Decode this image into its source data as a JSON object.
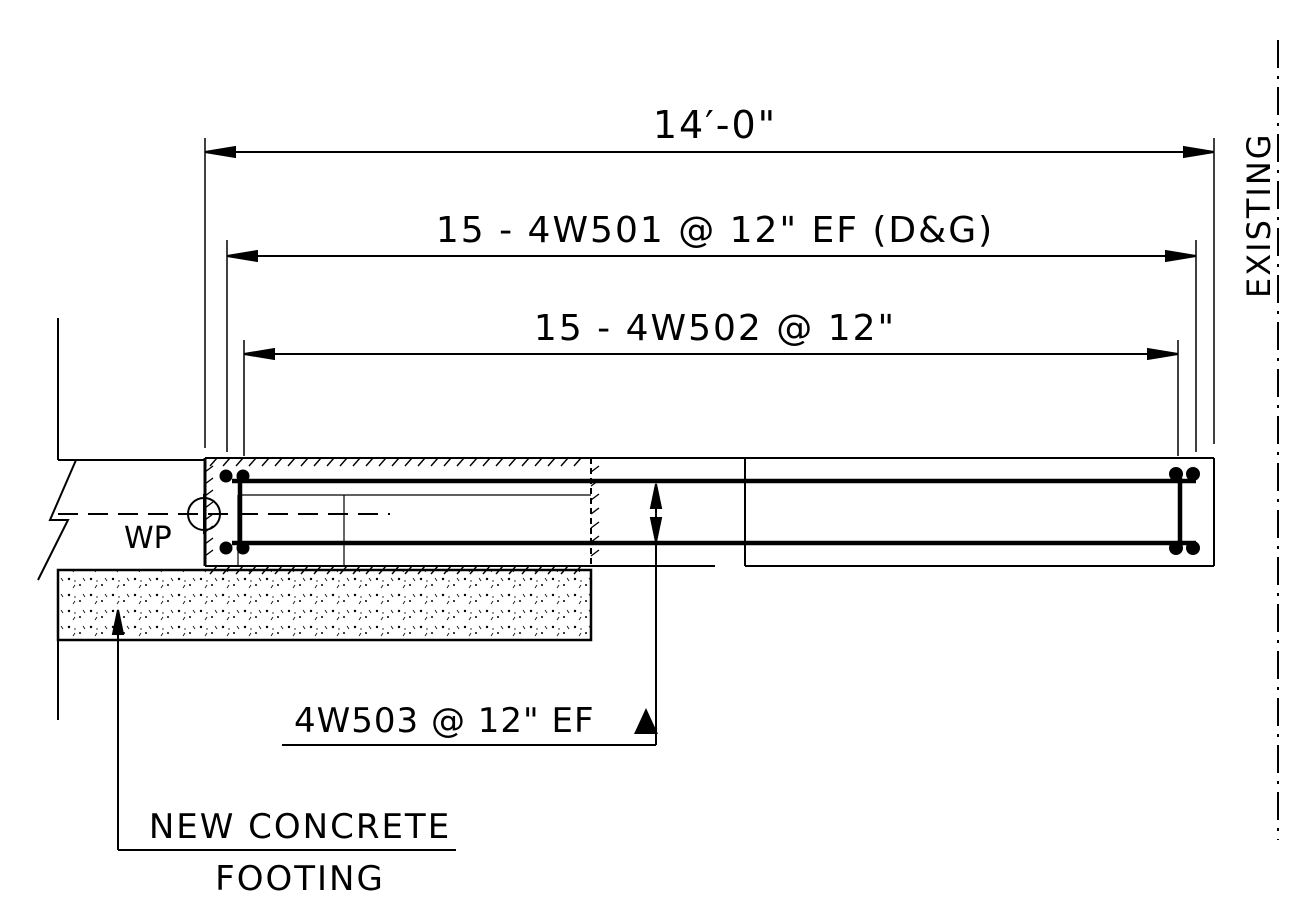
{
  "labels": {
    "overall_dim": "14′-0\"",
    "bar_w501": "15 - 4W501 @ 12\" EF (D&G)",
    "bar_w502": "15 - 4W502 @ 12\"",
    "bar_w503": "4W503 @ 12\" EF",
    "wp": "WP",
    "existing": "EXISTING",
    "new_concrete": "NEW CONCRETE",
    "footing": "FOOTING"
  },
  "colors": {
    "ink": "#000000",
    "background": "#ffffff"
  }
}
